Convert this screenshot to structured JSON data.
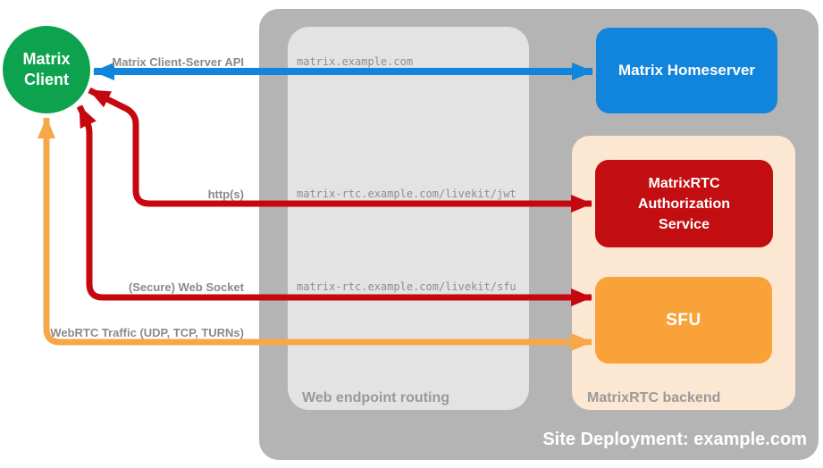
{
  "diagram": {
    "title": "Site Deployment: example.com"
  },
  "nodes": {
    "client": {
      "line1": "Matrix",
      "line2": "Client",
      "color": "#0da24e"
    },
    "homeserver": {
      "label": "Matrix Homeserver",
      "color": "#1184db"
    },
    "auth_service": {
      "label": "MatrixRTC Authorization Service",
      "color": "#c20d11"
    },
    "sfu": {
      "label": "SFU",
      "color": "#f9a23a"
    }
  },
  "containers": {
    "site": {
      "label": "Site Deployment: example.com",
      "color": "#b4b4b4"
    },
    "routing": {
      "label": "Web endpoint routing",
      "color": "#e3e3e3"
    },
    "backend": {
      "label": "MatrixRTC backend",
      "color": "#fce8d2"
    }
  },
  "endpoints": {
    "homeserver_url": "matrix.example.com",
    "jwt_url": "matrix-rtc.example.com/livekit/jwt",
    "sfu_url": "matrix-rtc.example.com/livekit/sfu"
  },
  "connections": {
    "cs_api": {
      "label": "Matrix Client-Server API",
      "color": "#1184db",
      "from": "Matrix Client",
      "to": "Matrix Homeserver",
      "bidirectional": true
    },
    "http": {
      "label": "http(s)",
      "color": "#c5070f",
      "from": "Matrix Client",
      "to": "MatrixRTC Authorization Service",
      "bidirectional": true
    },
    "websocket": {
      "label": "(Secure) Web Socket",
      "color": "#c5070f",
      "from": "Matrix Client",
      "to": "SFU",
      "bidirectional": true
    },
    "webrtc": {
      "label": "WebRTC Traffic (UDP, TCP, TURNs)",
      "color": "#f7a648",
      "from": "Matrix Client",
      "to": "SFU",
      "bidirectional": true
    }
  }
}
